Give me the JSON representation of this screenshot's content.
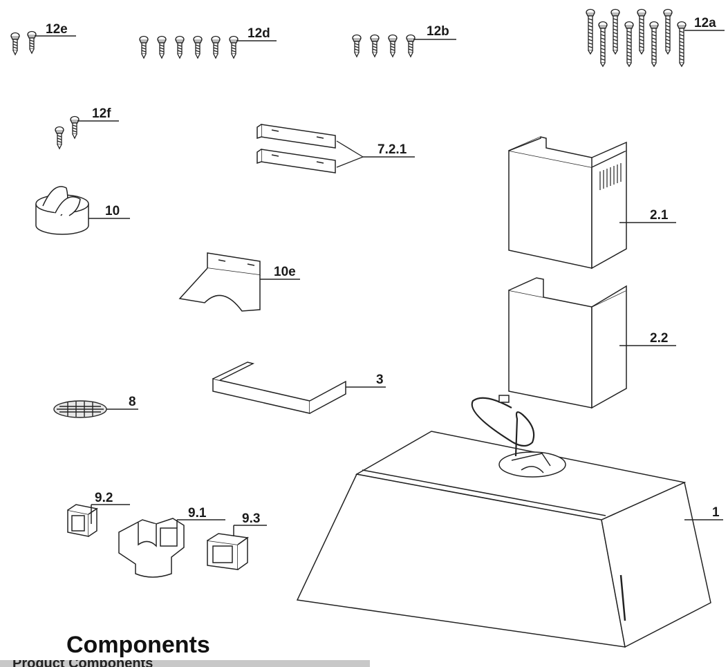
{
  "heading": "Components",
  "bottom_bar_text": "Product Components",
  "colors": {
    "line": "#222222",
    "fill": "#ffffff",
    "bar": "#c8c8c8"
  },
  "labels": {
    "p12e": "12e",
    "p12d": "12d",
    "p12b": "12b",
    "p12a": "12a",
    "p12f": "12f",
    "p721": "7.2.1",
    "p10": "10",
    "p21": "2.1",
    "p10e": "10e",
    "p22": "2.2",
    "p3": "3",
    "p8": "8",
    "p92": "9.2",
    "p91": "9.1",
    "p93": "9.3",
    "p1": "1"
  }
}
